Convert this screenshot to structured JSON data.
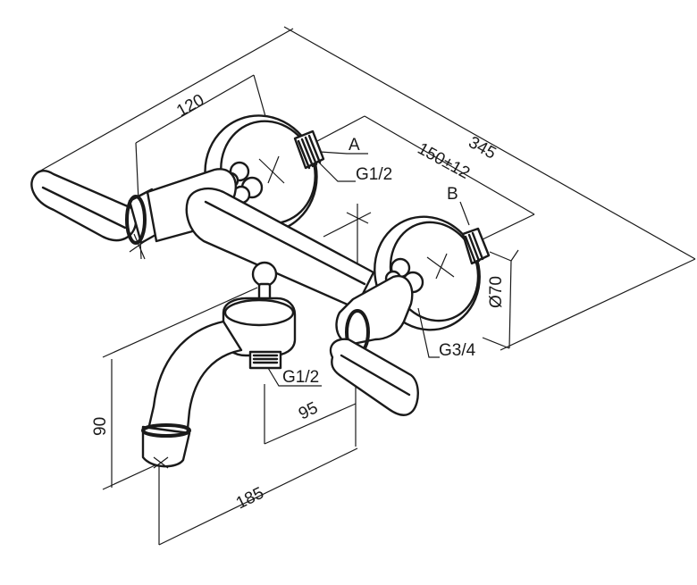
{
  "dimensions": {
    "overall_length": "345",
    "handle_offset": "120",
    "center_distance": "150±12",
    "rosette_diameter": "Ø70",
    "height": "90",
    "spout_reach": "185",
    "outlet_offset": "95"
  },
  "connections": {
    "inlet_a_label": "A",
    "inlet_a_thread": "G1/2",
    "inlet_b_label": "B",
    "inlet_b_thread": "G3/4",
    "outlet_thread": "G1/2"
  },
  "colors": {
    "line": "#1a1a1a",
    "background": "#ffffff"
  }
}
